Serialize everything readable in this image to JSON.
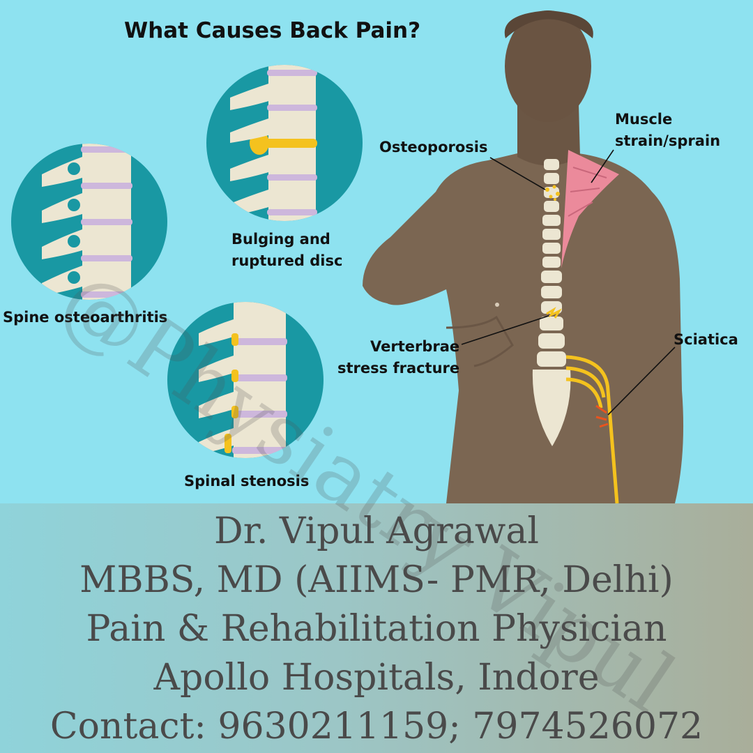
{
  "title": "What Causes Back Pain?",
  "labels": {
    "spine_osteoarthritis": "Spine osteoarthritis",
    "bulging_disc_line1": "Bulging and",
    "bulging_disc_line2": "ruptured disc",
    "spinal_stenosis": "Spinal stenosis",
    "osteoporosis": "Osteoporosis",
    "muscle_line1": "Muscle",
    "muscle_line2": "strain/sprain",
    "verterbrae_line1": "Verterbrae",
    "verterbrae_line2": "stress fracture",
    "sciatica": "Sciatica"
  },
  "watermark": "@Physiatry Vipul",
  "credits": {
    "name": "Dr. Vipul Agrawal",
    "degrees": "MBBS, MD (AIIMS- PMR, Delhi)",
    "role": "Pain & Rehabilitation Physician",
    "hospital": "Apollo Hospitals, Indore",
    "contact": "Contact: 9630211159; 7974526072"
  },
  "colors": {
    "background": "#8ee2f0",
    "circle": "#1998a3",
    "bone": "#ece6d2",
    "disc": "#cdb7dc",
    "skin": "#7b6652",
    "nerve": "#f4c21e",
    "muscle": "#eb8a9b",
    "text": "#111111",
    "credit_text": "#4a4a4a"
  }
}
